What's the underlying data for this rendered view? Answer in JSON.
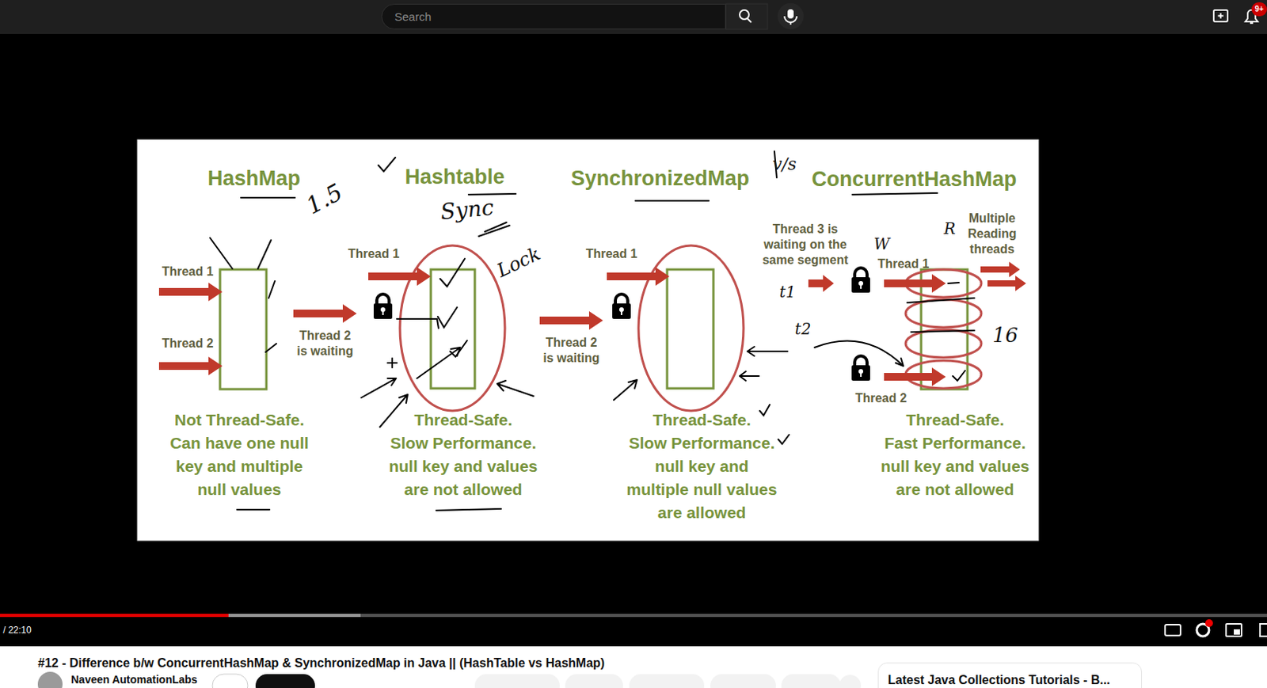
{
  "diagram": {
    "nodes": [
      {
        "text": [
          "Search"
        ]
      },
      {
        "text": [
          "9+"
        ]
      },
      {
        "text": [
          "Latest Java Collections Tutorials - B..."
        ]
      }
    ],
    "labels": [
      "HashMap",
      "Hashtable",
      "SynchronizedMap",
      "ConcurrentHashMap",
      "Thread 1",
      "Thread 2",
      "Thread 2 is waiting",
      "Not Thread-Safe.",
      "Can have one null key and multiple null values",
      "Thread 1",
      "Thread 2 is waiting",
      "Thread-Safe.",
      "Slow Performance.",
      "null key and values are not allowed",
      "Thread 1",
      "Thread-Safe.",
      "Slow Performance.",
      "null key and multiple null values are allowed",
      "Thread 3 is waiting on the same segment",
      "Thread 1",
      "Multiple Reading threads",
      "Thread 2",
      "Thread-Safe.",
      "Fast Performance.",
      "null key and values are not allowed",
      "1.5",
      "Sync",
      "Lock",
      "v/s",
      "W",
      "R",
      "t1",
      "t2",
      "16",
      "/ 22:10",
      "#12 - Difference b/w ConcurrentHashMap & SynchronizedMap in Java || (HashTable vs HashMap)",
      "Naveen AutomationLabs"
    ]
  }
}
